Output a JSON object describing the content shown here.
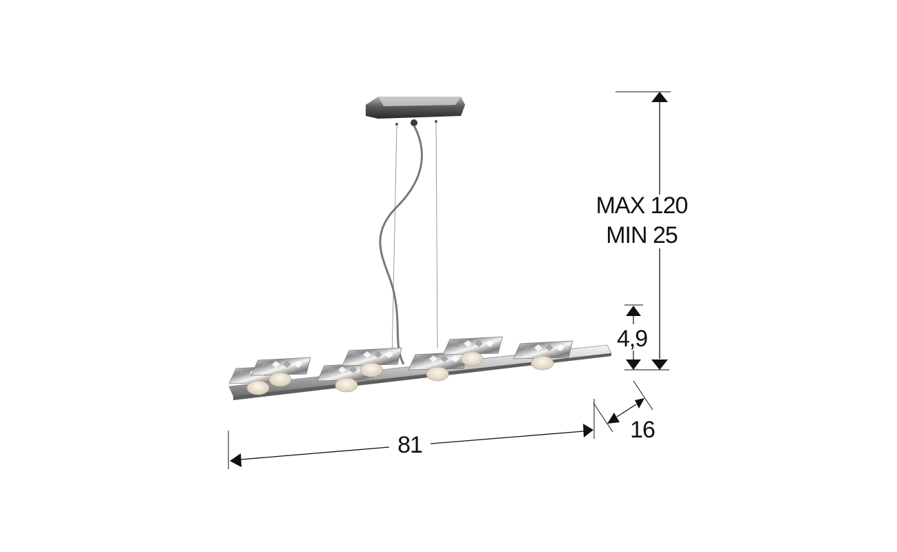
{
  "dimensions": {
    "height_max": "MAX 120",
    "height_min": "MIN 25",
    "body_height": "4,9",
    "width": "81",
    "depth": "16"
  },
  "colors": {
    "line": "#111111",
    "chrome_dark": "#3a3a3a",
    "chrome_light": "#d9d9d9",
    "crystal": "#c8c8c8",
    "bulb": "#efe7d6"
  },
  "light_count": 7
}
